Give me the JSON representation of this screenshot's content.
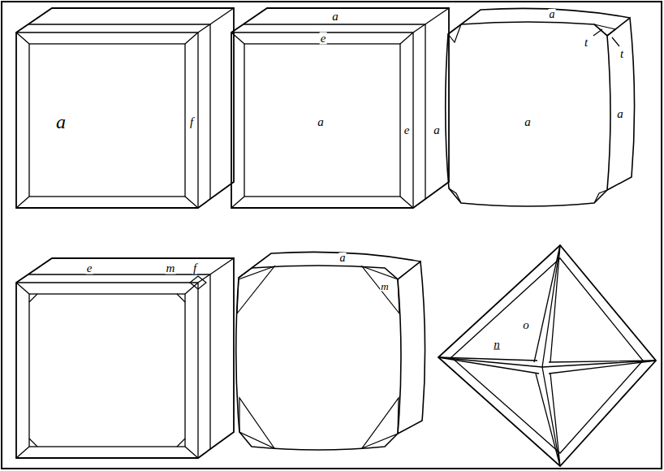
{
  "diagram": {
    "labels": [
      "a",
      "f",
      "a",
      "e",
      "a",
      "e",
      "a",
      "a",
      "t",
      "t",
      "a",
      "a",
      "e",
      "m",
      "f",
      "a",
      "m",
      "n",
      "o"
    ]
  }
}
